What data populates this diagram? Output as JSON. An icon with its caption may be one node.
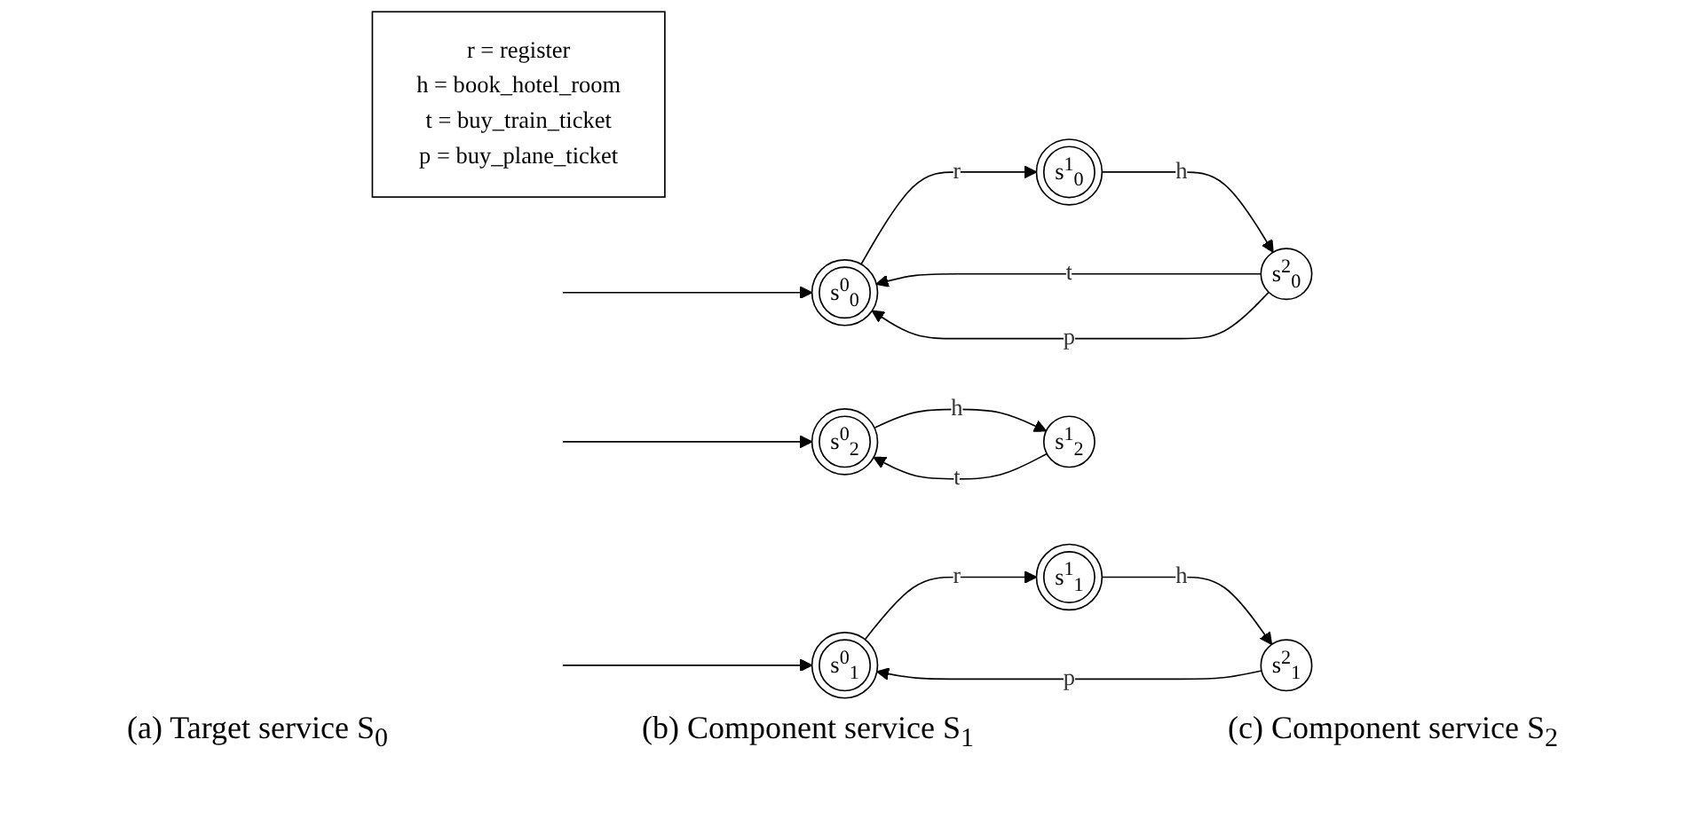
{
  "diagram": {
    "nodes": [
      {
        "text": [
          "r = register",
          "h = book_hotel_room",
          "t = buy_train_ticket",
          "p = buy_plane_ticket"
        ]
      },
      {
        "text": [
          "s$^{0}$$_{0}$"
        ]
      },
      {
        "text": [
          "s$^{1}$$_{0}$"
        ]
      },
      {
        "text": [
          "s$^{2}$$_{0}$"
        ]
      },
      {
        "text": [
          "s$^{0}$$_{1}$"
        ]
      },
      {
        "text": [
          "s$^{1}$$_{1}$"
        ]
      },
      {
        "text": [
          "s$^{2}$$_{1}$"
        ]
      },
      {
        "text": [
          "s$^{0}$$_{2}$"
        ]
      },
      {
        "text": [
          "s$^{1}$$_{2}$"
        ]
      }
    ],
    "edges": [
      {
        "from": null,
        "to": 1,
        "arrow": "to"
      },
      {
        "from": 1,
        "to": 2,
        "arrow": "to",
        "label": "r"
      },
      {
        "from": 2,
        "to": 3,
        "arrow": "to",
        "label": "h"
      },
      {
        "from": 3,
        "to": 1,
        "arrow": "to",
        "label": "t"
      },
      {
        "from": 3,
        "to": 1,
        "arrow": "to",
        "label": "p"
      },
      {
        "from": null,
        "to": 4,
        "arrow": "to"
      },
      {
        "from": 4,
        "to": 5,
        "arrow": "to",
        "label": "r"
      },
      {
        "from": 5,
        "to": 6,
        "arrow": "to",
        "label": "h"
      },
      {
        "from": 6,
        "to": 4,
        "arrow": "to",
        "label": "p"
      },
      {
        "from": null,
        "to": 7,
        "arrow": "to"
      },
      {
        "from": 7,
        "to": 8,
        "arrow": "to",
        "label": "h"
      },
      {
        "from": 8,
        "to": 7,
        "arrow": "to",
        "label": "t"
      }
    ],
    "labels": [
      "(a) Target service S$_{0}$",
      "(b) Component service S$_{1}$",
      "(c) Component service S$_{2}$"
    ]
  }
}
